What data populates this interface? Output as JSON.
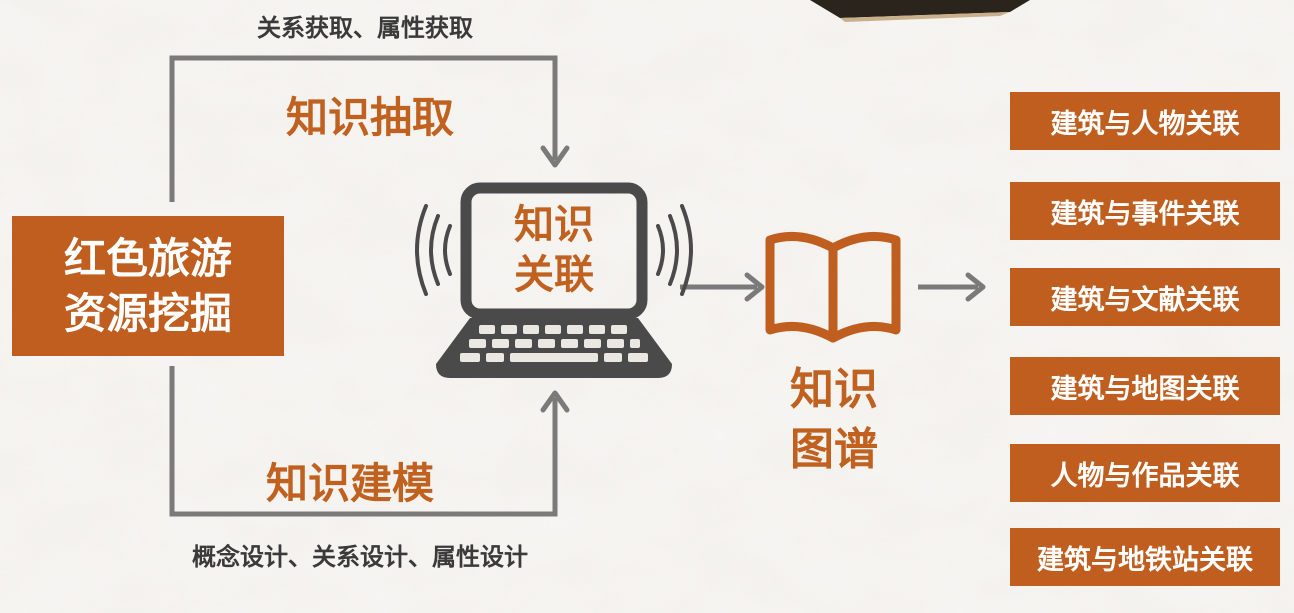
{
  "source": {
    "line1": "红色旅游",
    "line2": "资源挖掘"
  },
  "extraction": {
    "stage_label": "知识抽取",
    "note": "关系获取、属性获取"
  },
  "modeling": {
    "stage_label": "知识建模",
    "note": "概念设计、关系设计、属性设计"
  },
  "linking": {
    "line1": "知识",
    "line2": "关联"
  },
  "knowledge_graph": {
    "line1": "知识",
    "line2": "图谱"
  },
  "associations": [
    "建筑与人物关联",
    "建筑与事件关联",
    "建筑与文献关联",
    "建筑与地图关联",
    "人物与作品关联",
    "建筑与地铁站关联"
  ],
  "colors": {
    "accent": "#bf5e1f",
    "connector": "#7a7a7a",
    "device": "#4a4a4a"
  },
  "icons": [
    "laptop-icon",
    "signal-waves-icon",
    "open-book-icon",
    "arrow-icon"
  ]
}
